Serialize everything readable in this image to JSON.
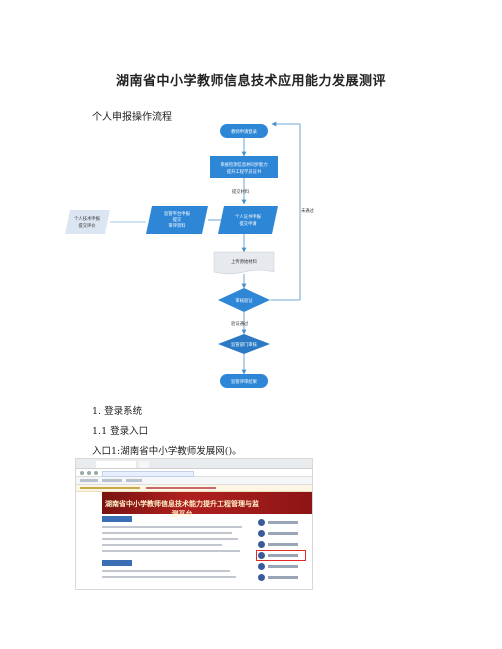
{
  "doc": {
    "title": "湖南省中小学教师信息技术应用能力发展测评",
    "subtitle": "个人申报操作流程",
    "sections": {
      "s1": "1.  登录系统",
      "s11": "1.1  登录入口",
      "entry": "入口1:湖南省中小学教师发展网()。"
    }
  },
  "flowchart": {
    "nodes": {
      "start": "教师申请登录",
      "review_a": "系统检测信息并同步能力",
      "review_b": "提升工程学员证书",
      "submit_label": "提交材料",
      "left_a": "个人技术申报",
      "left_b": "提交评价",
      "mid_a": "监管平台申报",
      "mid_b": "提交",
      "mid_c": "审评资料",
      "right_a": "个人证书申报",
      "right_b": "提交申请",
      "upload": "上传原始材料",
      "verify": "审核验证",
      "pass_label": "验证通过",
      "pending": "监管部门审核",
      "result": "监管评审结果",
      "fail_label": "未通过"
    },
    "colors": {
      "node": "#2e86d6",
      "node_dark": "#2979c4",
      "upload_fill": "#e6e9ee",
      "edge": "#4a90c8"
    }
  },
  "screenshot": {
    "banner": "湖南省中小学教师信息技术能力提升工程管理与监测平台",
    "highlight_color": "#e02a2a",
    "banner_color": "#9c1818"
  }
}
